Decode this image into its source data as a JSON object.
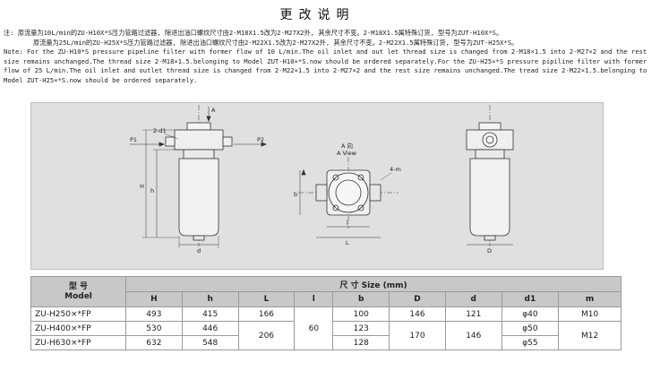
{
  "title": "更改说明",
  "notes": [
    "注: 原流量为10L/min的ZU-H10X*S压力管路过滤器, 除进出油口螺纹尺寸由2-M18X1.5改为2-M27X2外, 其余尺寸不变。2-M18X1.5属特殊订货, 型号为ZUT-H10X*S。",
    "原流量为25L/min的ZU-H25X*S压力管路过滤器, 除进出油口螺纹尺寸由2-M22X1.5改为2-M27X2外, 其余尺寸不变。2-M22X1.5属特殊订货, 型号为ZUT-H25X*S。",
    "Note: For the ZU-H10*S pressure pipeline filter with former flow of 10 L/min.The oil inlet and out let thread size is changed from 2-M18×1.5 into 2-M27×2 and the rest",
    "size remains unchanged.The thread size 2-M18×1.5.belonging to Model ZUT-H10×*S.now should be ordered separately.For the ZU-H25×*S pressure pipiline filter with former",
    "flow of 25 L/min.The oil inlet and outlet thread size is changed from 2-M22×1.5 into 2-M27×2 and the rest size remains unchanged.The tread size 2-M22×1.5.belonging to",
    "Model ZUT-H25×*S.now should be ordered separately."
  ],
  "drawing": {
    "labels": {
      "a_top": "A",
      "d1": "2-d1",
      "p1": "P1",
      "p2": "P2",
      "h_big": "H",
      "h_small": "h",
      "d": "d",
      "a_dir_cn": "A 向",
      "a_view": "A View",
      "four_m": "4-m",
      "b": "b",
      "l": "l",
      "L": "L",
      "D": "D"
    }
  },
  "table": {
    "model_header_cn": "型   号",
    "model_header_en": "Model",
    "size_header": "尺   寸  Size (mm)",
    "columns": [
      "H",
      "h",
      "L",
      "l",
      "b",
      "D",
      "d",
      "d1",
      "m"
    ],
    "rows": [
      {
        "model": "ZU-H250×*FP",
        "H": "493",
        "h": "415",
        "b": "100",
        "d1": "φ40"
      },
      {
        "model": "ZU-H400×*FP",
        "H": "530",
        "h": "446",
        "b": "123",
        "d1": "φ50"
      },
      {
        "model": "ZU-H630×*FP",
        "H": "632",
        "h": "548",
        "b": "128",
        "d1": "φ55"
      }
    ],
    "merged": {
      "L_row1": "166",
      "L_row23": "206",
      "l_all": "60",
      "D_row1": "146",
      "D_row23": "170",
      "d_row1": "121",
      "d_row23": "146",
      "m_row1": "M10",
      "m_row23": "M12"
    }
  }
}
